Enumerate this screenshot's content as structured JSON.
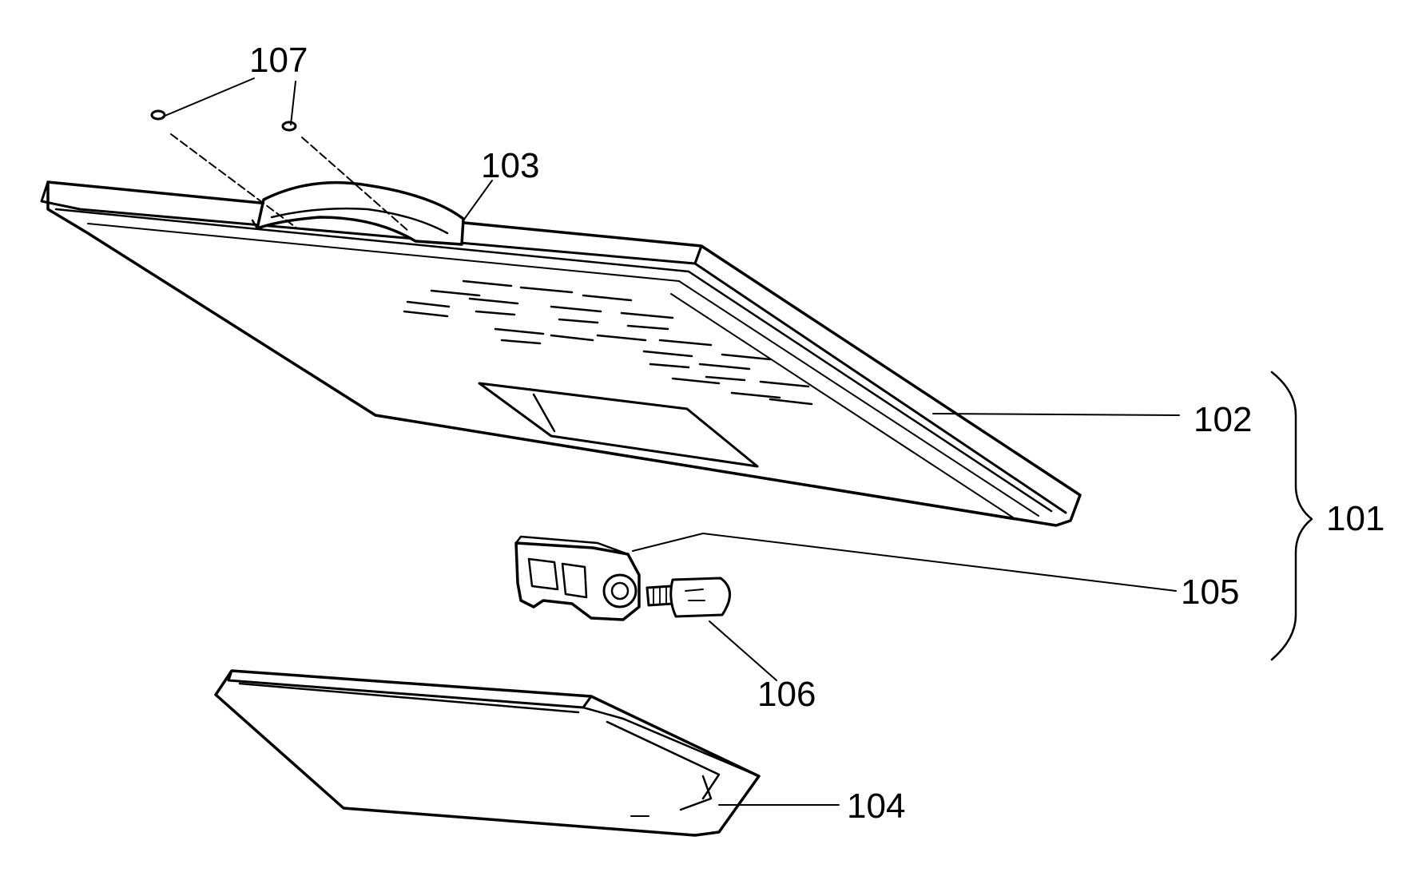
{
  "labels": {
    "l101": "101",
    "l102": "102",
    "l103": "103",
    "l104": "104",
    "l105": "105",
    "l106": "106",
    "l107": "107"
  },
  "colors": {
    "ink": "#000000",
    "paper": "#ffffff"
  }
}
